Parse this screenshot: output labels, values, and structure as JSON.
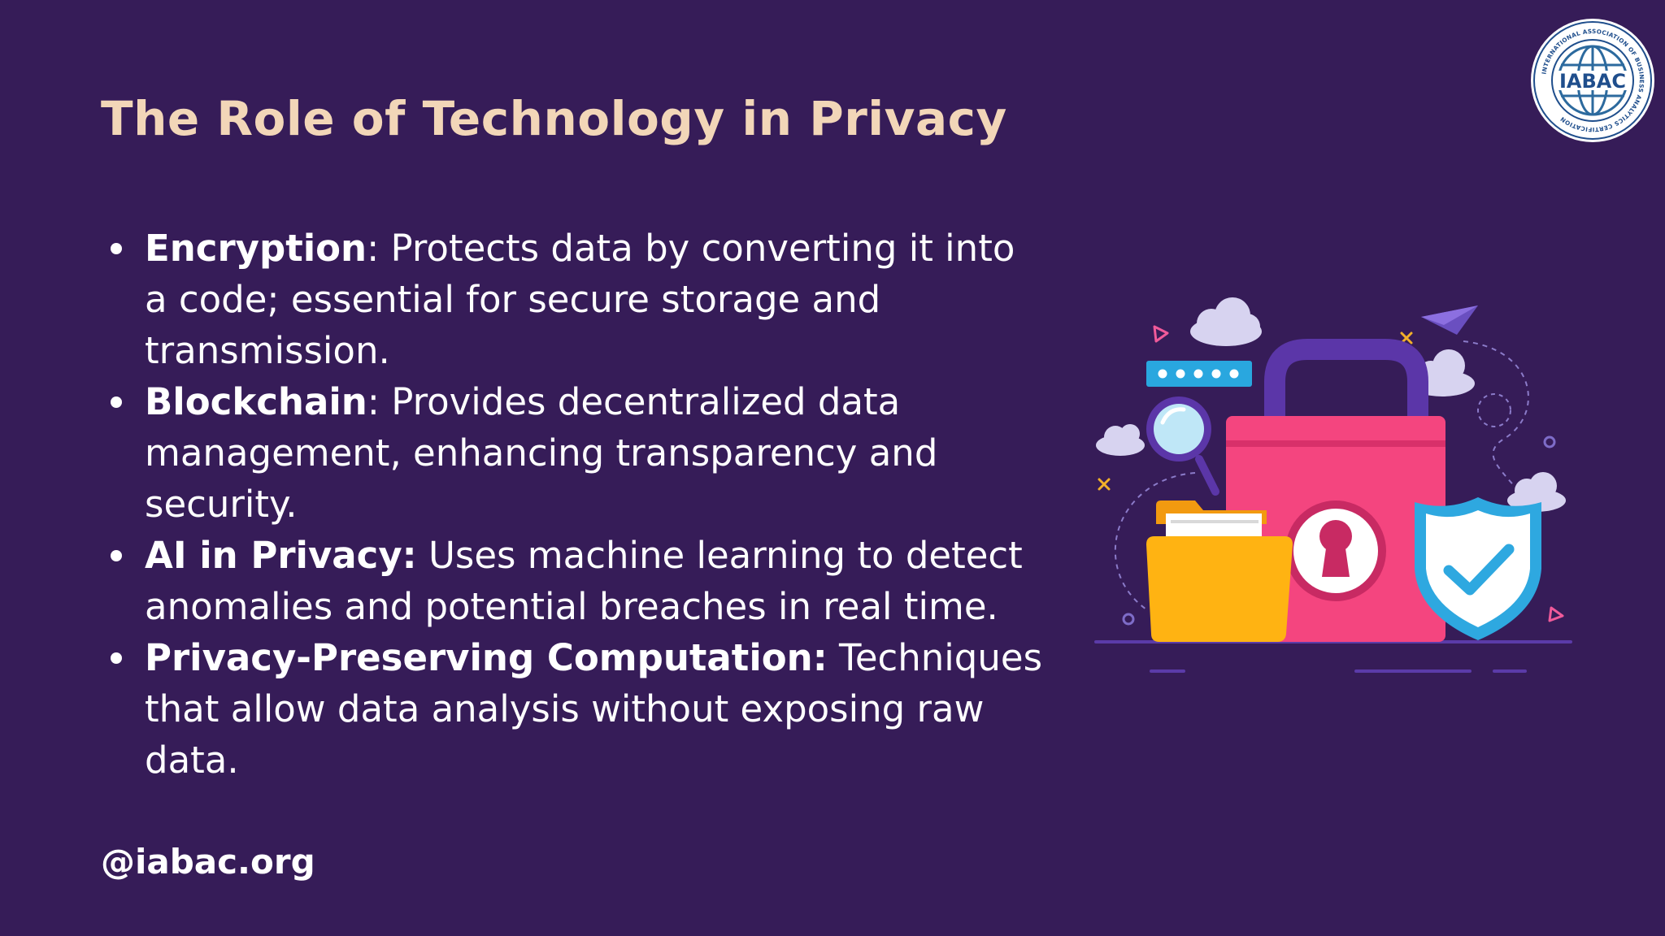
{
  "slide": {
    "title": "The Role of Technology in Privacy",
    "bullets": [
      {
        "term": "Encryption",
        "separator": ":",
        "text": " Protects data by converting it into a code; essential for secure storage and transmission."
      },
      {
        "term": "Blockchain",
        "separator": ":",
        "text": " Provides decentralized data management, enhancing transparency and security."
      },
      {
        "term": "AI in Privacy:",
        "separator": "",
        "text": " Uses machine learning to detect anomalies and potential breaches in real time."
      },
      {
        "term": "Privacy-Preserving Computation:",
        "separator": "",
        "text": " Techniques that allow data analysis without exposing raw data."
      }
    ],
    "handle": "@iabac.org"
  },
  "logo": {
    "name": "IABAC",
    "ring_text": "INTERNATIONAL ASSOCIATION OF BUSINESS ANALYTICS CERTIFICATION",
    "icon": "globe-seal-icon"
  },
  "illustration": {
    "icons": [
      "padlock-icon",
      "shield-check-icon",
      "folder-icon",
      "magnifier-icon",
      "password-dots-icon",
      "paper-plane-icon",
      "cloud-icon"
    ]
  },
  "colors": {
    "background": "#361C58",
    "title": "#F2D6B8",
    "text": "#FFFFFF",
    "lock_body": "#F4457F",
    "lock_shackle": "#5B36A8",
    "folder": "#FFB312",
    "shield": "#2EA8E0",
    "accent_blue": "#1F6FB2"
  }
}
